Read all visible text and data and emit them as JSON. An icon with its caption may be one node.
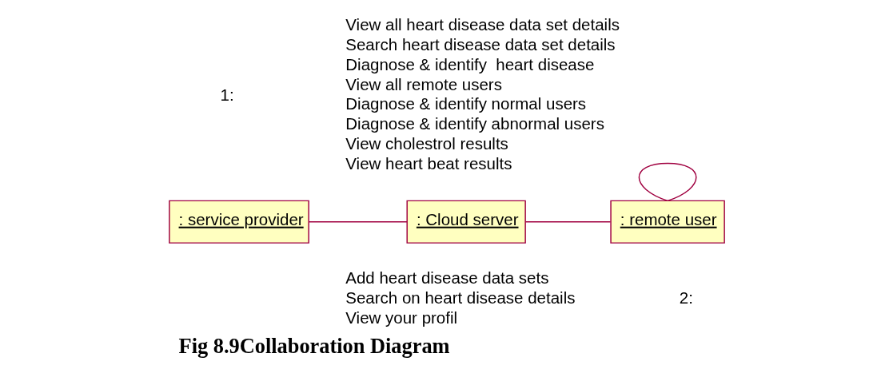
{
  "diagram": {
    "caption": "Fig 8.9Collaboration Diagram",
    "nodes": [
      {
        "text": [
          ": service provider"
        ]
      },
      {
        "text": [
          ": Cloud server"
        ]
      },
      {
        "text": [
          ": remote user"
        ]
      }
    ],
    "edges": [
      {
        "from": 0,
        "to": 1,
        "arrow": "none"
      },
      {
        "from": 1,
        "to": 2,
        "arrow": "none"
      },
      {
        "from": 2,
        "to": 2,
        "arrow": "none"
      }
    ],
    "labels": [
      "1:",
      "View all heart disease data set details",
      "Search heart disease data set details",
      "Diagnose & identify  heart disease",
      "View all remote users",
      "Diagnose & identify normal users",
      "Diagnose & identify abnormal users",
      "View cholestrol results",
      "View heart beat results",
      "2:",
      "Add heart disease data sets",
      "Search on heart disease details",
      "View your profil"
    ]
  }
}
